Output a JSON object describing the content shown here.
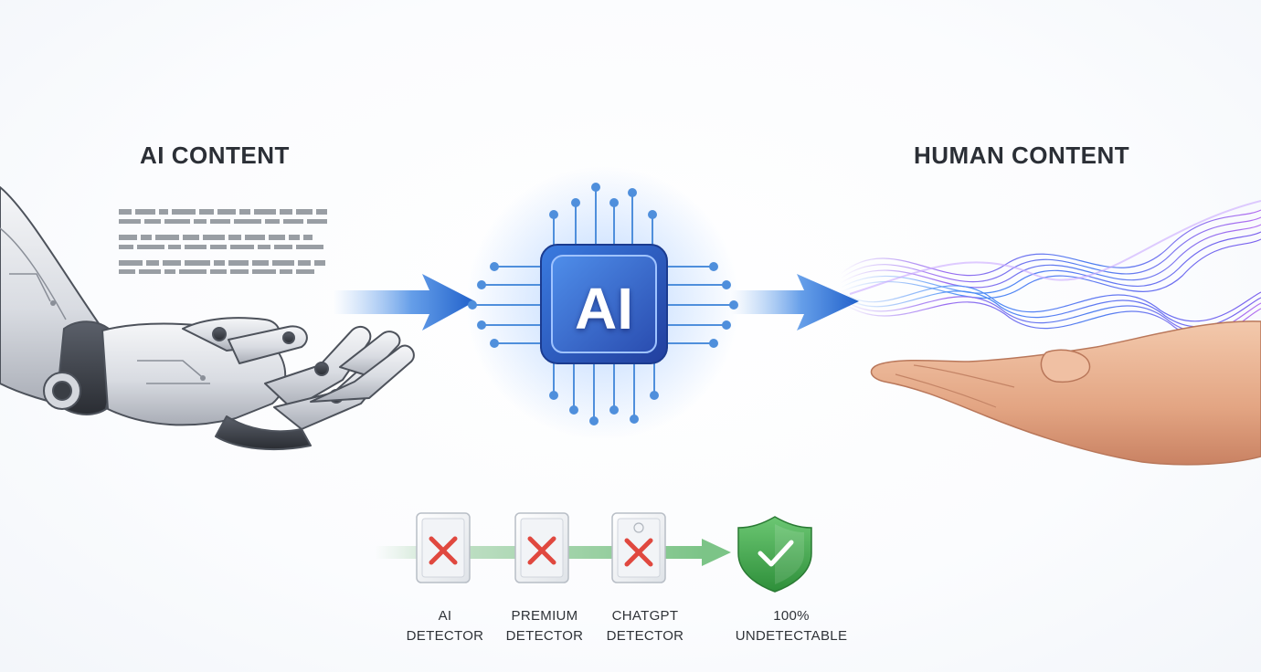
{
  "headings": {
    "ai_content": "AI CONTENT",
    "human_content": "HUMAN CONTENT"
  },
  "chip": {
    "label": "AI"
  },
  "pipeline": [
    {
      "line1": "AI",
      "line2": "DETECTOR",
      "status": "fail",
      "icon": "x-mark-icon"
    },
    {
      "line1": "PREMIUM",
      "line2": "DETECTOR",
      "status": "fail",
      "icon": "x-mark-icon"
    },
    {
      "line1": "CHATGPT",
      "line2": "DETECTOR",
      "status": "fail",
      "icon": "x-mark-icon"
    },
    {
      "line1": "100%",
      "line2": "UNDETECTABLE",
      "status": "pass",
      "icon": "check-shield-icon"
    }
  ],
  "colors": {
    "arrow_blue": "#1f5fc9",
    "chip_blue": "#2a5fc7",
    "wave_purple": "#8e5ce8",
    "fail_red": "#e0483f",
    "pass_green": "#4caf50"
  }
}
